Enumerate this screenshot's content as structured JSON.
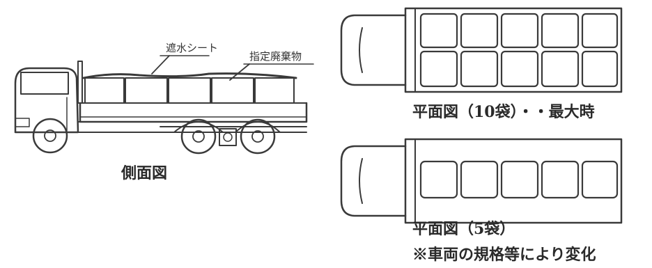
{
  "side_view": {
    "tarp_label": "遮水シート",
    "waste_label": "指定廃棄物",
    "caption": "側面図"
  },
  "plan_max": {
    "caption": "平面図（10袋）・・最大時",
    "bag_count": 10
  },
  "plan_five": {
    "caption": "平面図（5袋）",
    "bag_count": 5
  },
  "note": "※車両の規格等により変化"
}
